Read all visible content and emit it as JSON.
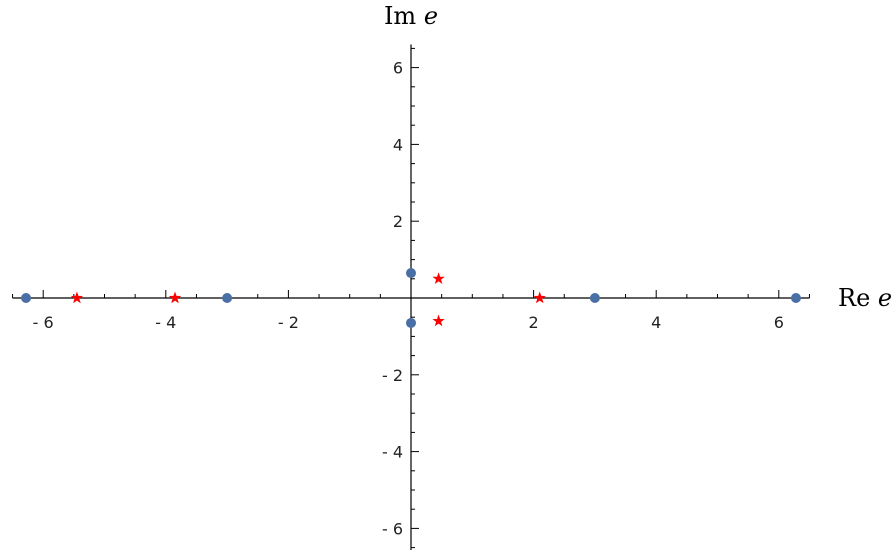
{
  "chart_data": {
    "type": "scatter",
    "xlabel": "Re e",
    "ylabel": "Im e",
    "xlim": [
      -6.5,
      6.5
    ],
    "ylim": [
      -6.6,
      6.6
    ],
    "x_ticks": [
      -6,
      -4,
      -2,
      2,
      4,
      6
    ],
    "y_ticks": [
      -6,
      -4,
      -2,
      2,
      4,
      6
    ],
    "x_tick_labels": [
      "- 6",
      "- 4",
      "- 2",
      "2",
      "4",
      "6"
    ],
    "y_tick_labels": [
      "- 6",
      "- 4",
      "- 2",
      "2",
      "4",
      "6"
    ],
    "grid": false,
    "series": [
      {
        "marker": "circle",
        "color": "#4a6fa5",
        "points": [
          {
            "x": -6.28,
            "y": 0
          },
          {
            "x": -3.0,
            "y": 0
          },
          {
            "x": 0.0,
            "y": 0.65
          },
          {
            "x": 0.0,
            "y": -0.65
          },
          {
            "x": 3.0,
            "y": 0
          },
          {
            "x": 6.28,
            "y": 0
          }
        ]
      },
      {
        "marker": "star",
        "color": "#ff0000",
        "points": [
          {
            "x": -5.45,
            "y": 0
          },
          {
            "x": -3.85,
            "y": 0
          },
          {
            "x": 0.45,
            "y": 0.5
          },
          {
            "x": 0.45,
            "y": -0.6
          },
          {
            "x": 2.1,
            "y": 0
          }
        ]
      }
    ]
  }
}
